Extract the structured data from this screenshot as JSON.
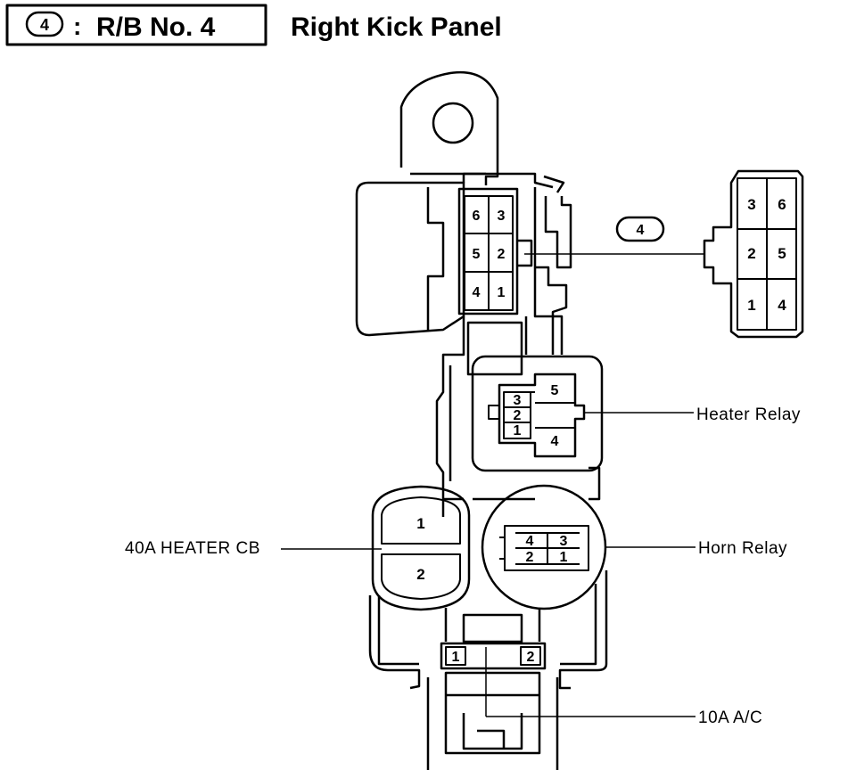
{
  "header": {
    "box_number": "4",
    "box_text": "R/B No. 4",
    "title": "Right Kick Panel"
  },
  "connector_badge": "4",
  "labels": {
    "heater_relay": "Heater Relay",
    "horn_relay": "Horn Relay",
    "heater_cb": "40A HEATER CB",
    "fuse_ac": "10A A/C"
  },
  "connector_pins": {
    "block": [
      "6",
      "3",
      "5",
      "2",
      "4",
      "1"
    ],
    "detail": [
      "3",
      "6",
      "2",
      "5",
      "1",
      "4"
    ]
  },
  "heater_relay_pins": [
    "3",
    "2",
    "1",
    "5",
    "4"
  ],
  "horn_relay_pins": [
    "4",
    "3",
    "2",
    "1"
  ],
  "circuit_breaker_pins": [
    "1",
    "2"
  ],
  "fuse_pins": [
    "1",
    "2"
  ]
}
